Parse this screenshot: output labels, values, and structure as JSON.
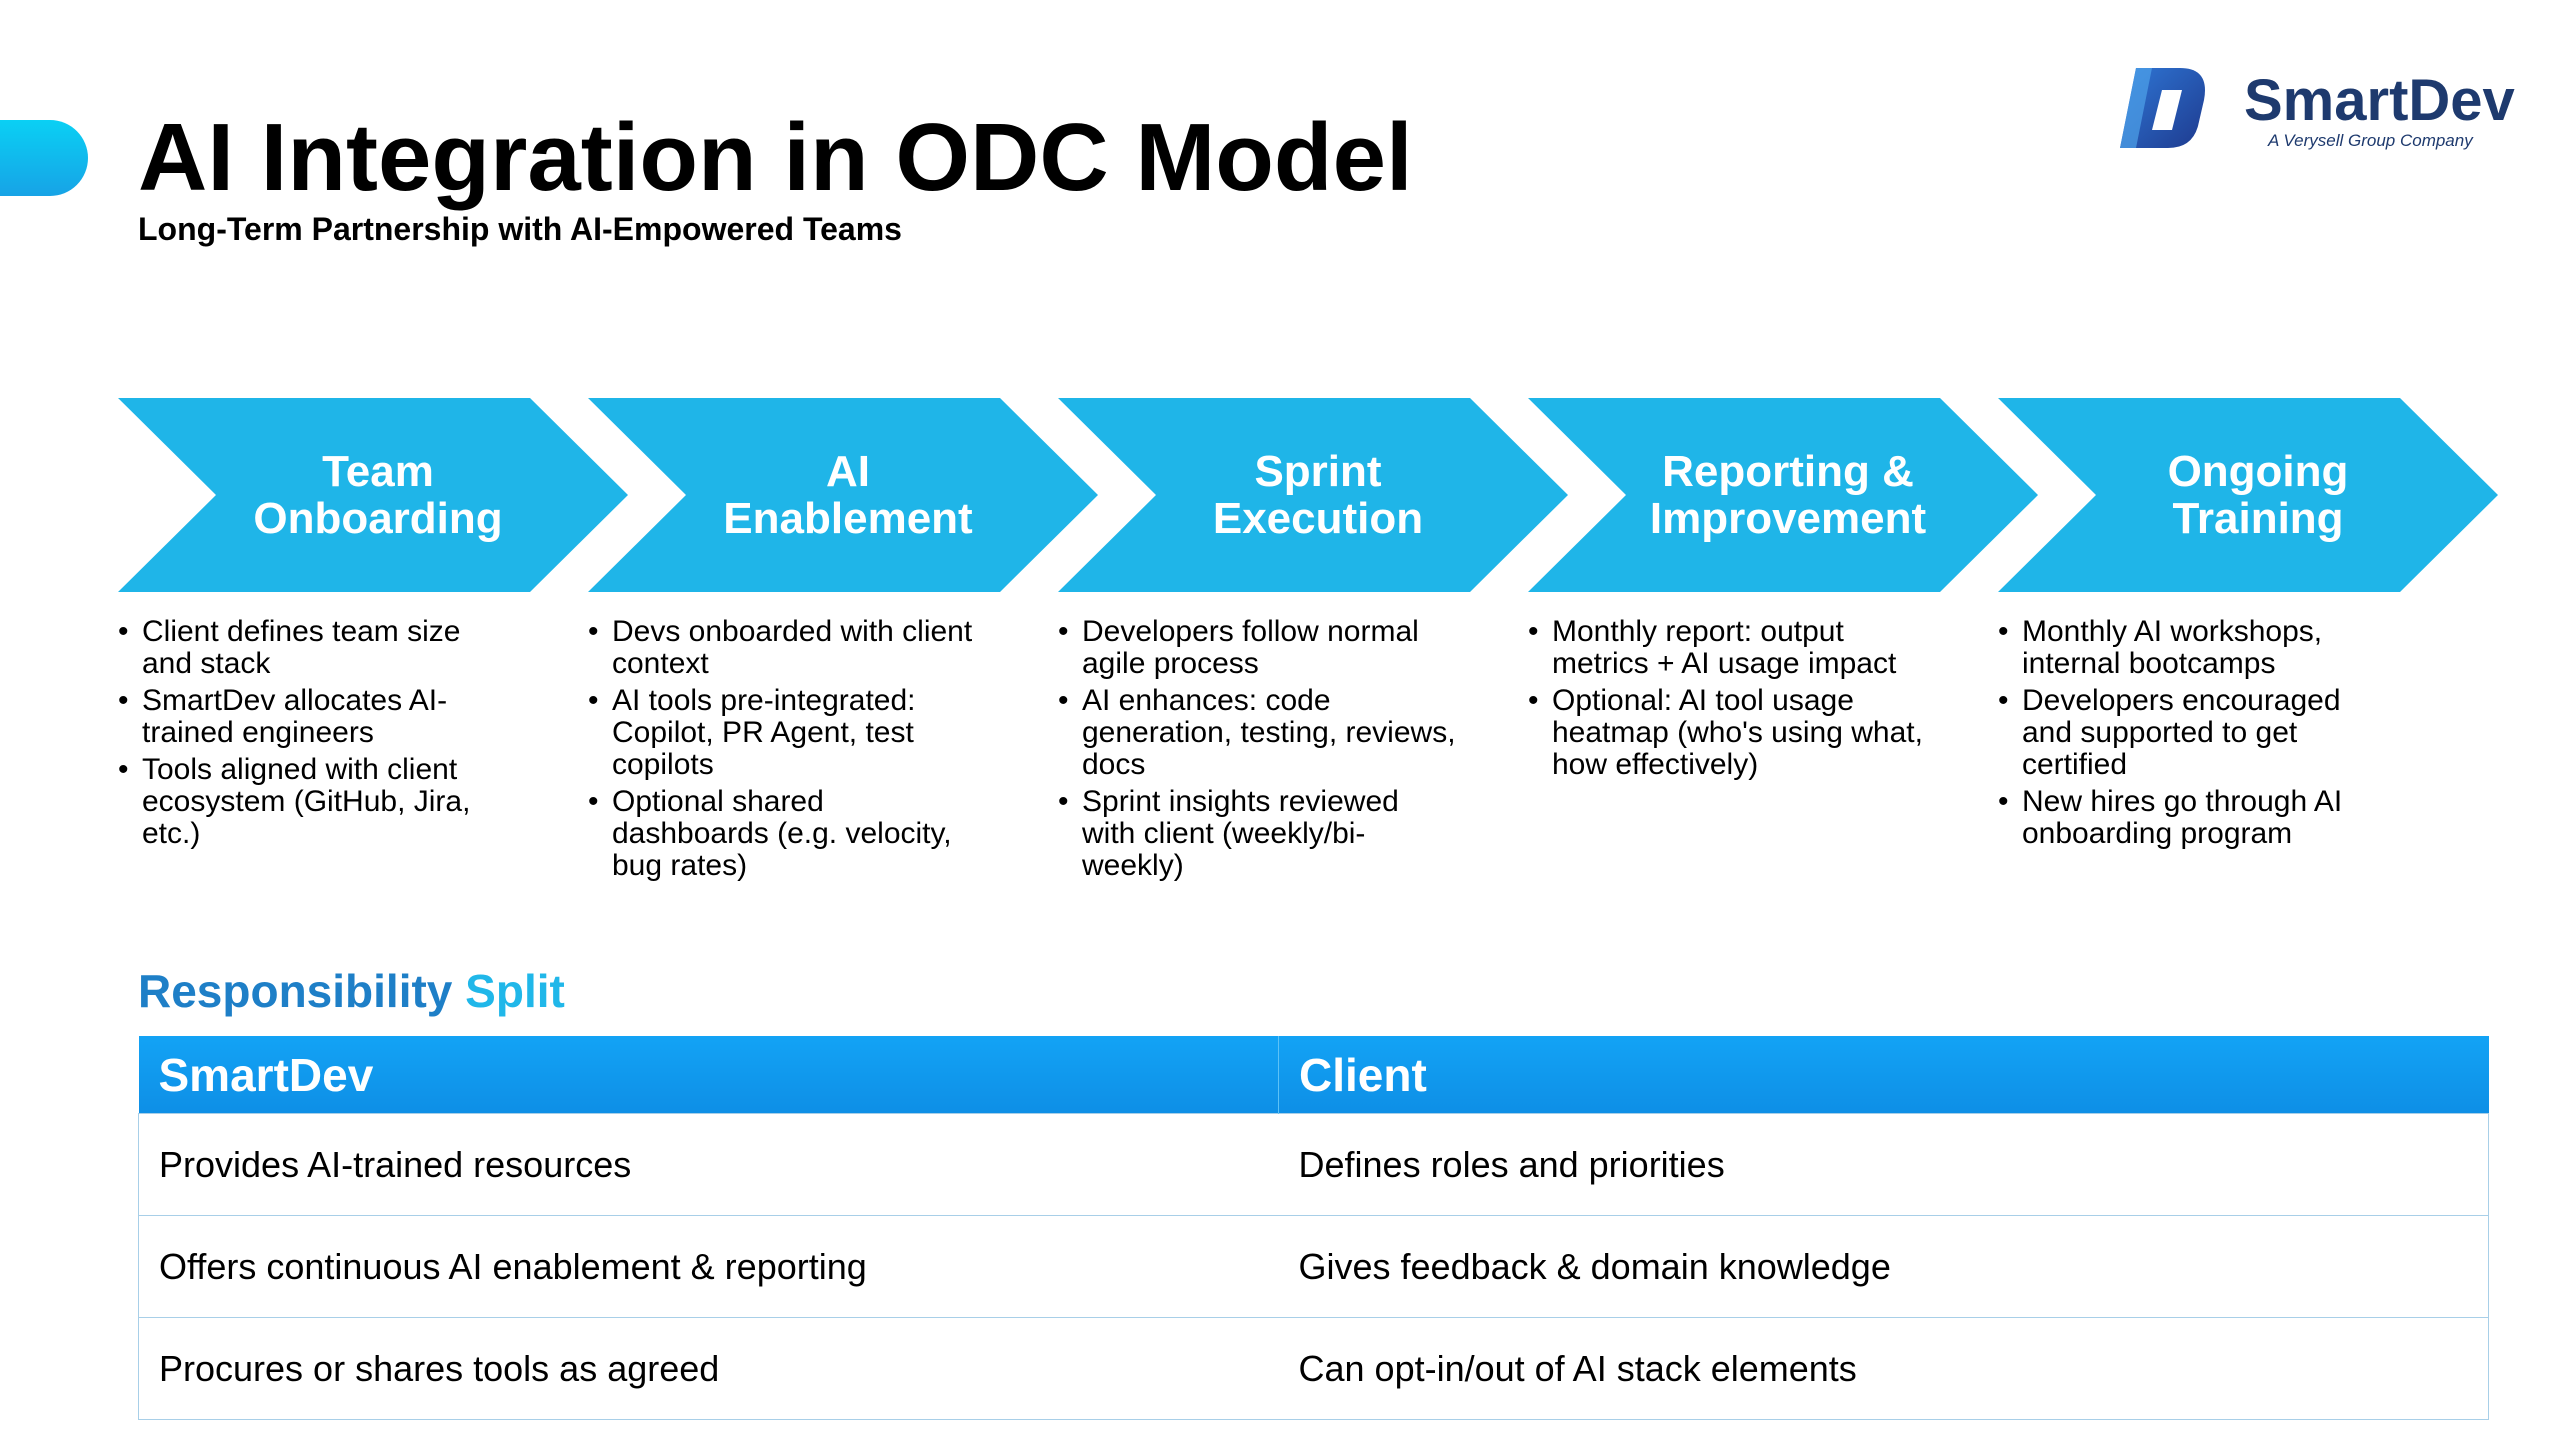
{
  "header": {
    "title": "AI Integration in ODC Model",
    "subtitle": "Long-Term Partnership with AI-Empowered Teams"
  },
  "logo": {
    "name": "SmartDev",
    "tagline": "A Verysell Group Company",
    "mark_icon": "smartdev-logo-icon"
  },
  "colors": {
    "chevron": "#1fb5e8",
    "accent_dark": "#1e3a6e",
    "table_header": "#0e9af0"
  },
  "steps": [
    {
      "title_lines": [
        "Team",
        "Onboarding"
      ],
      "bullets": [
        "Client defines team size and stack",
        "SmartDev allocates AI-trained engineers",
        "Tools aligned with client ecosystem (GitHub, Jira, etc.)"
      ]
    },
    {
      "title_lines": [
        "AI",
        "Enablement"
      ],
      "bullets": [
        "Devs onboarded with client context",
        "AI tools pre-integrated: Copilot, PR Agent, test copilots",
        "Optional shared dashboards (e.g. velocity, bug rates)"
      ]
    },
    {
      "title_lines": [
        "Sprint",
        "Execution"
      ],
      "bullets": [
        "Developers follow normal agile process",
        "AI enhances: code generation, testing, reviews, docs",
        "Sprint insights reviewed with client (weekly/bi-weekly)"
      ]
    },
    {
      "title_lines": [
        "Reporting &",
        "Improvement"
      ],
      "bullets": [
        "Monthly report: output metrics + AI usage impact",
        "Optional: AI tool usage heatmap (who's using what, how effectively)"
      ]
    },
    {
      "title_lines": [
        "Ongoing",
        "Training"
      ],
      "bullets": [
        "Monthly AI workshops, internal bootcamps",
        "Developers encouraged and supported to get certified",
        "New hires go through AI onboarding program"
      ]
    }
  ],
  "responsibility": {
    "heading_part1": "Responsibility",
    "heading_part2": "Split",
    "columns": [
      "SmartDev",
      "Client"
    ],
    "rows": [
      [
        "Provides AI-trained resources",
        "Defines roles and priorities"
      ],
      [
        "Offers continuous AI enablement & reporting",
        "Gives feedback & domain knowledge"
      ],
      [
        "Procures or shares tools as agreed",
        "Can opt-in/out of AI stack elements"
      ]
    ]
  }
}
